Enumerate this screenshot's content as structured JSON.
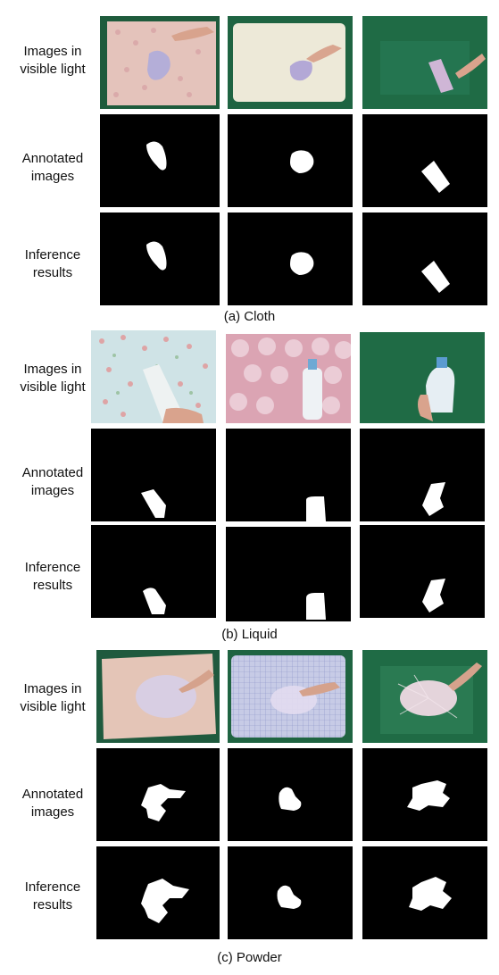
{
  "sections": [
    {
      "caption": "(a) Cloth",
      "rows": [
        {
          "line1": "Images in",
          "line2": "visible light"
        },
        {
          "line1": "Annotated",
          "line2": "images"
        },
        {
          "line1": "Inference",
          "line2": "results"
        }
      ]
    },
    {
      "caption": "(b) Liquid",
      "rows": [
        {
          "line1": "Images in",
          "line2": "visible light"
        },
        {
          "line1": "Annotated",
          "line2": "images"
        },
        {
          "line1": "Inference",
          "line2": "results"
        }
      ]
    },
    {
      "caption": "(c) Powder",
      "rows": [
        {
          "line1": "Images in",
          "line2": "visible light"
        },
        {
          "line1": "Annotated",
          "line2": "images"
        },
        {
          "line1": "Inference",
          "line2": "results"
        }
      ]
    }
  ],
  "colors": {
    "background_green": "#1f6b45",
    "mask_background": "#000000",
    "mask_foreground": "#ffffff"
  }
}
